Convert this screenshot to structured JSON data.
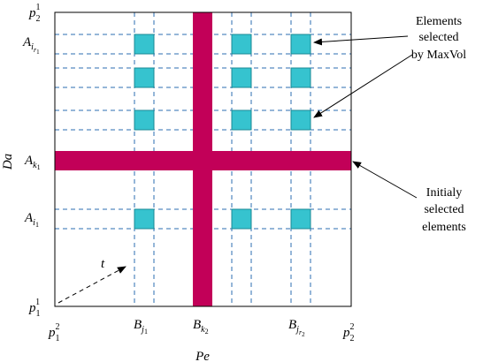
{
  "colors": {
    "highlight": "#c20058",
    "cell_fill": "#36c3cf",
    "cell_stroke": "#1a8a96",
    "dashed_line": "#2b6cb0",
    "frame": "#000000"
  },
  "labels": {
    "corner_top_left": {
      "base": "p",
      "sub": "2",
      "sup": "1"
    },
    "corner_bottom_left": {
      "base": "p",
      "sub": "1",
      "sup": "1"
    },
    "row_ir1": {
      "base": "A",
      "sub": "i",
      "subsub": "r",
      "subsubsub": "1"
    },
    "row_k1": {
      "base": "A",
      "sub": "k",
      "subsub": "1"
    },
    "row_i1": {
      "base": "A",
      "sub": "i",
      "subsub": "1"
    },
    "col_p12": {
      "base": "p",
      "sub": "1",
      "sup": "2"
    },
    "col_j1": {
      "base": "B",
      "sub": "j",
      "subsub": "1"
    },
    "col_k2": {
      "base": "B",
      "sub": "k",
      "subsub": "2"
    },
    "col_jr2": {
      "base": "B",
      "sub": "j",
      "subsub": "r",
      "subsubsub": "2"
    },
    "col_p22": {
      "base": "p",
      "sub": "2",
      "sup": "2"
    },
    "axis_y": "Da",
    "axis_x": "Pe",
    "t_arrow": "t"
  },
  "annotations": {
    "maxvol": [
      "Elements",
      "selected",
      "by MaxVol"
    ],
    "initial": [
      "Initialy",
      "selected",
      "elements"
    ]
  }
}
